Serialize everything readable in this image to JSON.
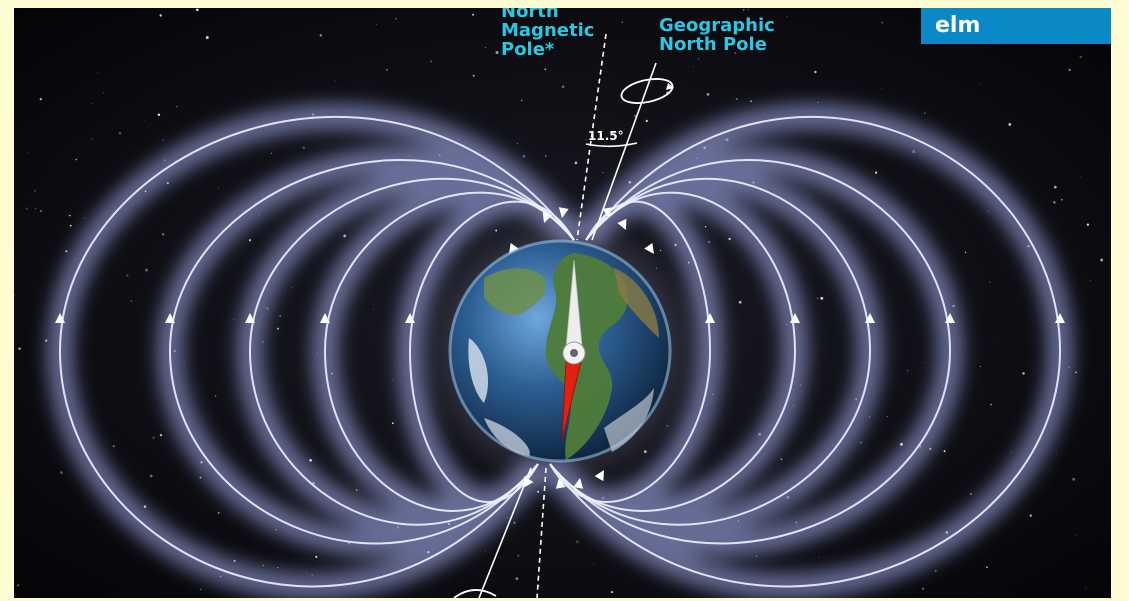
{
  "labels": {
    "magnetic_pole": "North\nMagnetic\nPole*",
    "geographic_pole": "Geographic\nNorth Pole",
    "tilt_angle": "11.5°"
  },
  "logo": {
    "text": "elm"
  },
  "colors": {
    "background": "#000000",
    "label": "#29c9e6",
    "logo_bg": "#0a89c6",
    "page_bg": "#fffbd2",
    "field_line": "#e8ecff",
    "compass_north": "#e8e8e8",
    "compass_south": "#e02010"
  },
  "icons": [
    "earth-globe",
    "compass-needle",
    "rotation-arrow-icon"
  ]
}
